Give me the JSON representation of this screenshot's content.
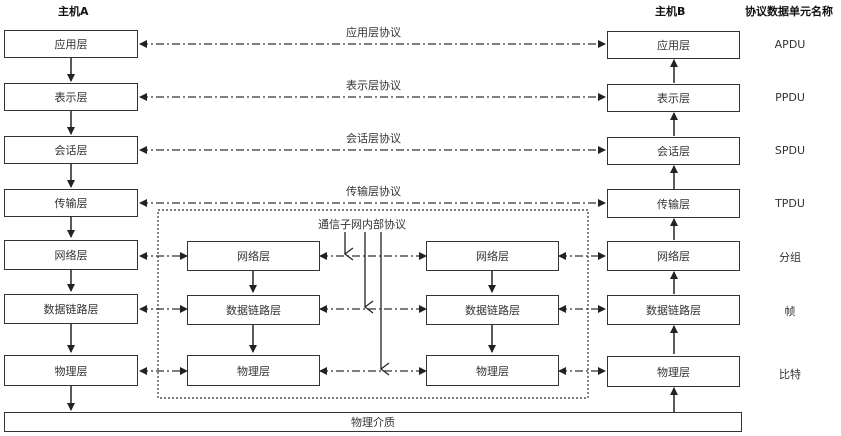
{
  "headers": {
    "host_a": "主机A",
    "host_b": "主机B",
    "unit_column": "协议数据单元名称"
  },
  "host_a_layers": [
    "应用层",
    "表示层",
    "会话层",
    "传输层",
    "网络层",
    "数据链路层",
    "物理层"
  ],
  "host_b_layers": [
    "应用层",
    "表示层",
    "会话层",
    "传输层",
    "网络层",
    "数据链路层",
    "物理层"
  ],
  "router1_layers": [
    "网络层",
    "数据链路层",
    "物理层"
  ],
  "router2_layers": [
    "网络层",
    "数据链路层",
    "物理层"
  ],
  "protocols": [
    "应用层协议",
    "表示层协议",
    "会话层协议",
    "传输层协议"
  ],
  "subnet_protocol": "通信子网内部协议",
  "units": [
    "APDU",
    "PPDU",
    "SPDU",
    "TPDU",
    "分组",
    "帧",
    "比特"
  ],
  "medium": "物理介质"
}
